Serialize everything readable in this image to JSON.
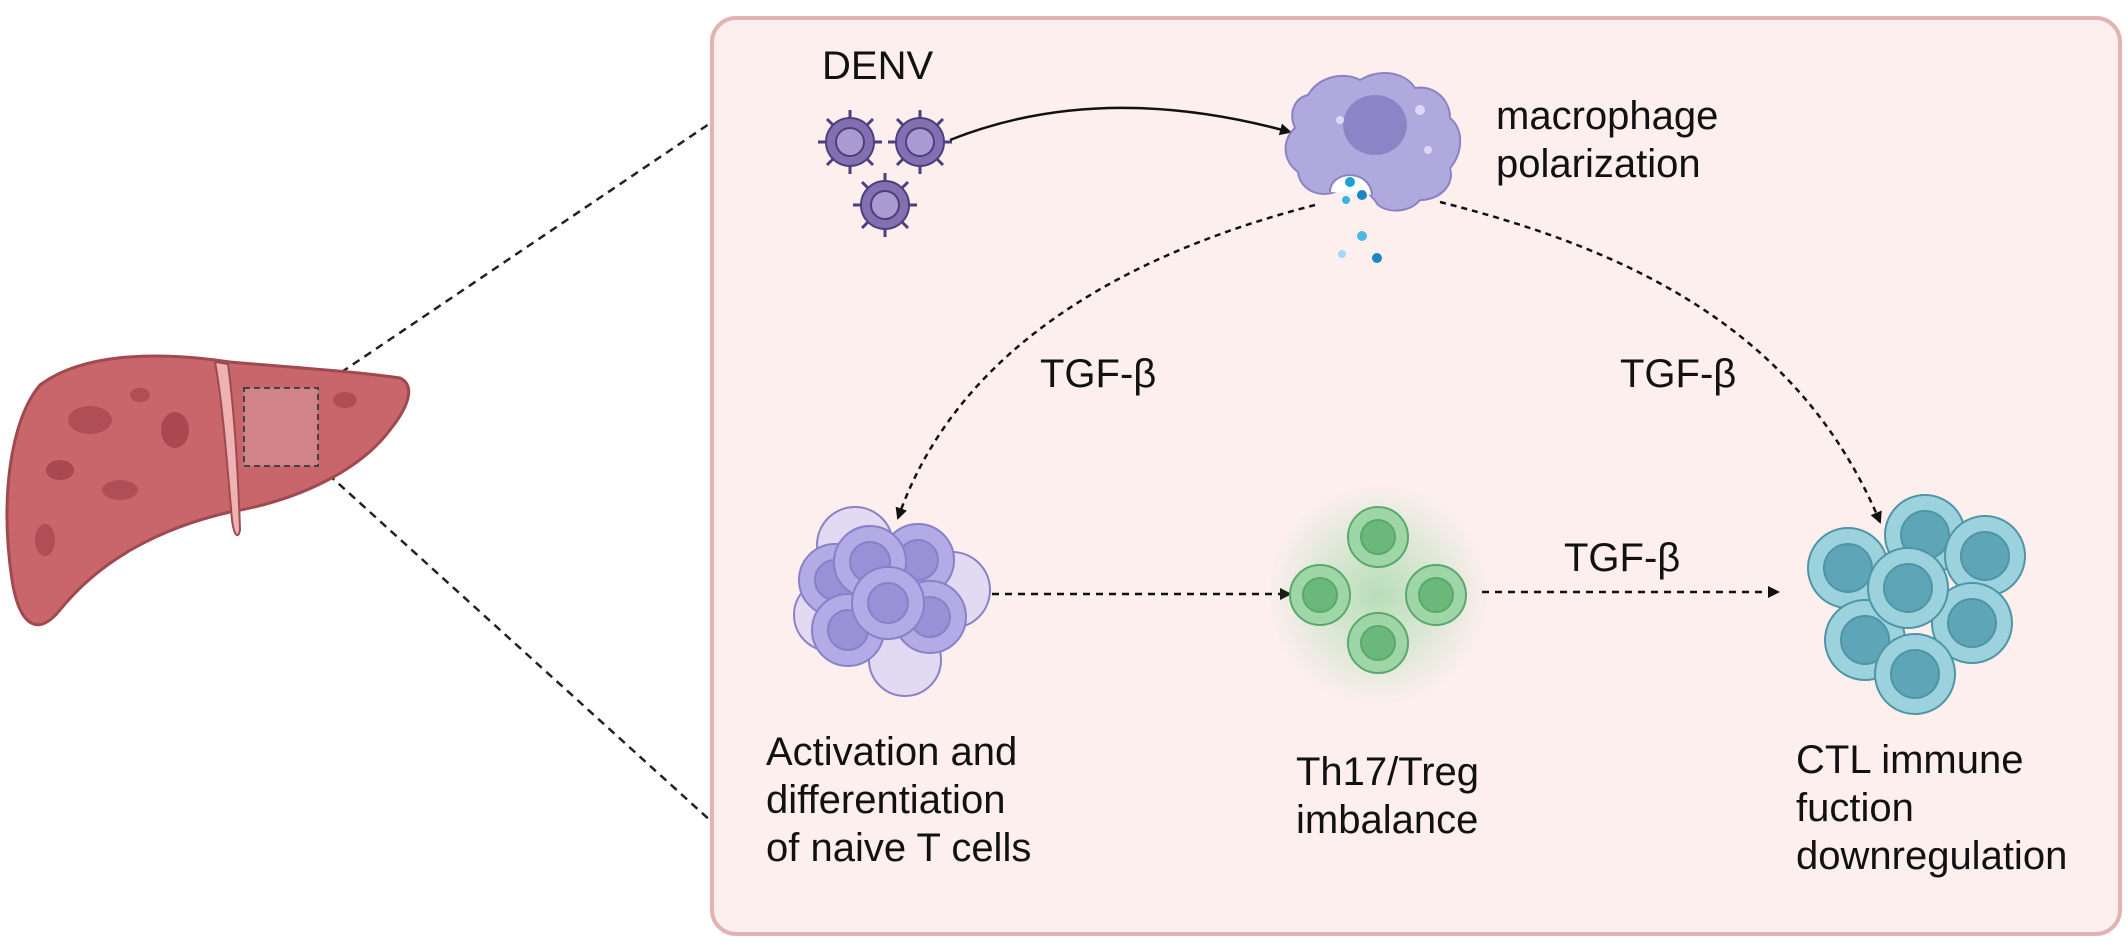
{
  "virus_label": "DENV",
  "macrophage_label": "macrophage\npolarization",
  "tgf_left": "TGF-β",
  "tgf_right": "TGF-β",
  "tgf_bottom": "TGF-β",
  "naive_t_label": "Activation and\ndifferentiation\nof naive T cells",
  "th17_label": "Th17/Treg\nimbalance",
  "ctl_label": "CTL immune\nfuction\ndownregulation",
  "colors": {
    "panel_fill": "#fcefee",
    "panel_border": "#e3b2b2",
    "liver": "#c8666b",
    "virus": "#8270b0",
    "macrophage": "#b0a9de",
    "naive_t": "#b3abe6",
    "treg": "#77c088",
    "ctl": "#86c6d3"
  }
}
